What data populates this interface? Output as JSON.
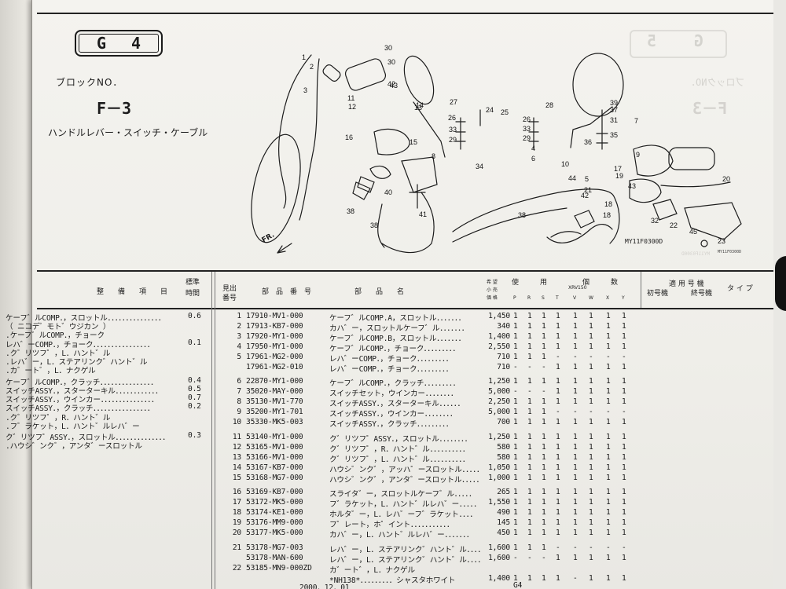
{
  "page": {
    "code_letter": "G",
    "code_number": "4",
    "block_label": "ブロックNO．",
    "block_code": "F－3",
    "block_title": "ハンドルレバー・スイッチ・ケーブル",
    "drawing_code": "MY11F0300D",
    "drawing_code_small": "MY11F0300D",
    "front_label": "FR."
  },
  "ghost_next_page": {
    "code_letter": "G",
    "code_number": "5",
    "block_label": "ブロックNO．",
    "block_code": "F－3",
    "drawing_code": "MY11F0300D"
  },
  "callouts": [
    "30",
    "30",
    "42",
    "1",
    "2",
    "3",
    "11",
    "12",
    "13",
    "43",
    "14",
    "16",
    "15",
    "8",
    "38",
    "40",
    "38",
    "41",
    "27",
    "26",
    "33",
    "29",
    "24",
    "28",
    "25",
    "26",
    "33",
    "29",
    "39",
    "37",
    "31",
    "7",
    "36",
    "35",
    "9",
    "19",
    "17",
    "10",
    "18",
    "44",
    "43",
    "5",
    "4",
    "6",
    "38",
    "34",
    "42",
    "18",
    "21",
    "20",
    "32",
    "22",
    "45",
    "23"
  ],
  "left_header": {
    "work_item": "整　　備　　項　　目",
    "std_time_1": "標準",
    "std_time_2": "時間"
  },
  "right_header": {
    "fig_no_1": "見出",
    "fig_no_2": "番号",
    "part_no": "部　品　番　号",
    "part_name": "部　　品　　名",
    "price_1": "希 望",
    "price_2": "小 売",
    "price_3": "価 格",
    "use": "使　　　用",
    "qty": "個　　　数",
    "model_code": "XRV150",
    "types": [
      "P",
      "R",
      "S",
      "T",
      "V",
      "W",
      "X",
      "Y"
    ],
    "applicable": "適 用 号 機",
    "start_serial": "初号機",
    "end_serial": "終号機",
    "type": "タ イ プ"
  },
  "work_items": [
    {
      "text": "ケーフ゛ルCOMP．，スロットル．．．．．．．．．．．．．．．",
      "time": "0.6"
    },
    {
      "text": "（ ニコデ゛モト゛ウジカン ）",
      "time": ""
    },
    {
      "text": ".ケーフ゛ルCOMP．，チョーク",
      "time": ""
    },
    {
      "text": "レハ゛ーCOMP．，チョーク．．．．．．．．．．．．．．．．",
      "time": "0.1"
    },
    {
      "text": ".ク゛リツフ゜，L．ハント゛ル",
      "time": ""
    },
    {
      "text": ".レハ゛ー，L．ステアリンク゛ハント゛ル",
      "time": ""
    },
    {
      "text": ".カ゛ート゛，L．ナクゲル",
      "time": ""
    },
    {
      "text": "ケーフ゛ルCOMP．，クラッチ．．．．．．．．．．．．．．．",
      "time": "0.4"
    },
    {
      "text": "スイッチASSY．，スターターキル．．．．．．．．．．．．",
      "time": "0.5"
    },
    {
      "text": "スイッチASSY．，ウインカー．．．．．．．．．．．．．．．",
      "time": "0.7"
    },
    {
      "text": "スイッチASSY．，クラッチ．．．．．．．．．．．．．．．．",
      "time": "0.2"
    },
    {
      "text": ".ク゛リツフ゜，R．ハント゛ル",
      "time": ""
    },
    {
      "text": ".フ゛ラケット，L．ハント゛ルレハ゛ー",
      "time": ""
    },
    {
      "text": "ク゛リツフ゜ASSY．，スロットル．．．．．．．．．．．．．．",
      "time": "0.3"
    },
    {
      "text": ".ハウシ゛ンク゛，アンタ゛ースロットル",
      "time": ""
    }
  ],
  "parts": [
    {
      "ref": "1",
      "part_no": "17910-MV1-000",
      "name": "ケーフ゛ルCOMP.A，スロットル．．．．．．．",
      "price": "1,450",
      "qty": [
        "1",
        "1",
        "1",
        "1",
        "1",
        "1",
        "1",
        "1"
      ]
    },
    {
      "ref": "2",
      "part_no": "17913-KB7-000",
      "name": "カハ゛ー，スロットルケーフ゛ル．．．．．．．",
      "price": "340",
      "qty": [
        "1",
        "1",
        "1",
        "1",
        "1",
        "1",
        "1",
        "1"
      ]
    },
    {
      "ref": "3",
      "part_no": "17920-MY1-000",
      "name": "ケーフ゛ルCOMP.B，スロットル．．．．．．．",
      "price": "1,400",
      "qty": [
        "1",
        "1",
        "1",
        "1",
        "1",
        "1",
        "1",
        "1"
      ]
    },
    {
      "ref": "4",
      "part_no": "17950-MY1-000",
      "name": "ケーフ゛ルCOMP．，チョーク．．．．．．．．．",
      "price": "2,550",
      "qty": [
        "1",
        "1",
        "1",
        "1",
        "1",
        "1",
        "1",
        "1"
      ]
    },
    {
      "ref": "5",
      "part_no": "17961-MG2-000",
      "name": "レハ゛ーCOMP．，チョーク．．．．．．．．．",
      "price": "710",
      "qty": [
        "1",
        "1",
        "1",
        "-",
        "-",
        "-",
        "-",
        "-"
      ]
    },
    {
      "ref": "",
      "part_no": "17961-MG2-010",
      "name": "レハ゛ーCOMP．，チョーク．．．．．．．．．",
      "price": "710",
      "qty": [
        "-",
        "-",
        "-",
        "1",
        "1",
        "1",
        "1",
        "1"
      ]
    },
    {
      "gap": true
    },
    {
      "ref": "6",
      "part_no": "22870-MY1-000",
      "name": "ケーフ゛ルCOMP．，クラッチ．．．．．．．．．",
      "price": "1,250",
      "qty": [
        "1",
        "1",
        "1",
        "1",
        "1",
        "1",
        "1",
        "1"
      ]
    },
    {
      "ref": "7",
      "part_no": "35020-MAY-000",
      "name": "スイッチセット，ウインカー．．．．．．．．",
      "price": "5,000",
      "qty": [
        "-",
        "-",
        "-",
        "1",
        "1",
        "1",
        "1",
        "1"
      ]
    },
    {
      "ref": "8",
      "part_no": "35130-MV1-770",
      "name": "スイッチASSY．，スターターキル．．．．．．",
      "price": "2,250",
      "qty": [
        "1",
        "1",
        "1",
        "1",
        "1",
        "1",
        "1",
        "1"
      ]
    },
    {
      "ref": "9",
      "part_no": "35200-MY1-701",
      "name": "スイッチASSY．，ウインカー．．．．．．．．",
      "price": "5,000",
      "qty": [
        "1",
        "1",
        "1",
        "-",
        "-",
        "-",
        "-",
        "-"
      ]
    },
    {
      "ref": "10",
      "part_no": "35330-MK5-003",
      "name": "スイッチASSY．，クラッチ．．．．．．．．．",
      "price": "700",
      "qty": [
        "1",
        "1",
        "1",
        "1",
        "1",
        "1",
        "1",
        "1"
      ]
    },
    {
      "gap": true
    },
    {
      "ref": "11",
      "part_no": "53140-MY1-000",
      "name": "ク゛リツフ゜ASSY．，スロットル．．．．．．．．",
      "price": "1,250",
      "qty": [
        "1",
        "1",
        "1",
        "1",
        "1",
        "1",
        "1",
        "1"
      ]
    },
    {
      "ref": "12",
      "part_no": "53165-MV1-000",
      "name": "ク゛リツフ゜，R．ハント゛ル．．．．．．．．．．",
      "price": "580",
      "qty": [
        "1",
        "1",
        "1",
        "1",
        "1",
        "1",
        "1",
        "1"
      ]
    },
    {
      "ref": "13",
      "part_no": "53166-MV1-000",
      "name": "ク゛リツフ゜，L．ハント゛ル．．．．．．．．．．",
      "price": "580",
      "qty": [
        "1",
        "1",
        "1",
        "1",
        "1",
        "1",
        "1",
        "1"
      ]
    },
    {
      "ref": "14",
      "part_no": "53167-KB7-000",
      "name": "ハウシ゛ンク゛，アッハ゜ースロットル．．．．．",
      "price": "1,050",
      "qty": [
        "1",
        "1",
        "1",
        "1",
        "1",
        "1",
        "1",
        "1"
      ]
    },
    {
      "ref": "15",
      "part_no": "53168-MG7-000",
      "name": "ハウシ゛ンク゛，アンタ゛ースロットル．．．．．",
      "price": "1,000",
      "qty": [
        "1",
        "1",
        "1",
        "1",
        "1",
        "1",
        "1",
        "1"
      ]
    },
    {
      "gap": true
    },
    {
      "ref": "16",
      "part_no": "53169-KB7-000",
      "name": "スライタ゛ー，スロットルケーフ゛ル．．．．．",
      "price": "265",
      "qty": [
        "1",
        "1",
        "1",
        "1",
        "1",
        "1",
        "1",
        "1"
      ]
    },
    {
      "ref": "17",
      "part_no": "53172-MK5-000",
      "name": "フ゛ラケット，L．ハント゛ルレハ゛ー．．．．．",
      "price": "1,550",
      "qty": [
        "1",
        "1",
        "1",
        "1",
        "1",
        "1",
        "1",
        "1"
      ]
    },
    {
      "ref": "18",
      "part_no": "53174-KE1-000",
      "name": "ホルタ゛ー，L．レハ゛ーフ゛ラケット．．．．",
      "price": "490",
      "qty": [
        "1",
        "1",
        "1",
        "1",
        "1",
        "1",
        "1",
        "1"
      ]
    },
    {
      "ref": "19",
      "part_no": "53176-MM9-000",
      "name": "フ゜レート，ホ゜イント．．．．．．．．．．．",
      "price": "145",
      "qty": [
        "1",
        "1",
        "1",
        "1",
        "1",
        "1",
        "1",
        "1"
      ]
    },
    {
      "ref": "20",
      "part_no": "53177-MK5-000",
      "name": "カハ゛ー，L．ハント゛ルレハ゛ー．．．．．．．",
      "price": "450",
      "qty": [
        "1",
        "1",
        "1",
        "1",
        "1",
        "1",
        "1",
        "1"
      ]
    },
    {
      "gap": true
    },
    {
      "ref": "21",
      "part_no": "53178-MG7-003",
      "name": "レハ゛ー，L．ステアリンク゛ハント゛ル．．．．",
      "price": "1,600",
      "qty": [
        "1",
        "1",
        "1",
        "-",
        "-",
        "-",
        "-",
        "-"
      ]
    },
    {
      "ref": "",
      "part_no": "53178-MAN-600",
      "name": "レハ゛ー，L．ステアリンク゛ハント゛ル．．．．",
      "price": "1,600",
      "qty": [
        "-",
        "-",
        "-",
        "1",
        "1",
        "1",
        "1",
        "1"
      ]
    },
    {
      "ref": "22",
      "part_no": "53185-MN9-000ZD",
      "name": "カ゛ート゛，L．ナクゲル",
      "price": "",
      "qty": [
        "",
        "",
        "",
        "",
        "",
        "",
        "",
        ""
      ]
    },
    {
      "ref": "",
      "part_no": "",
      "name": "*NH138*．．．．．．．．．シャスタホワイト",
      "price": "1,400",
      "qty": [
        "1",
        "1",
        "1",
        "1",
        "-",
        "1",
        "1",
        "1"
      ]
    }
  ],
  "footer": {
    "date": "2000．12．01",
    "page_code": "G4"
  }
}
